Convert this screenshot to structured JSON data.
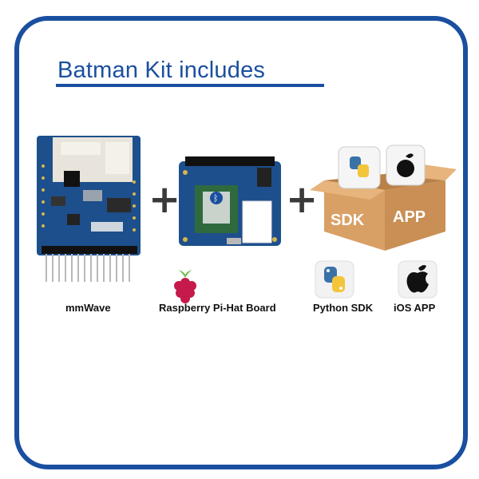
{
  "title": "Batman Kit includes",
  "items": [
    {
      "caption": "mmWave"
    },
    {
      "caption": "Raspberry Pi-Hat Board"
    },
    {
      "caption": "Python SDK"
    },
    {
      "caption": "iOS APP"
    }
  ],
  "box_labels": {
    "left": "SDK",
    "right": "APP"
  },
  "plus_symbol": "+",
  "colors": {
    "frame": "#1a4fa0",
    "board": "#1d4f8c",
    "box": "#d9a066",
    "raspberry": "#c51a4a"
  }
}
